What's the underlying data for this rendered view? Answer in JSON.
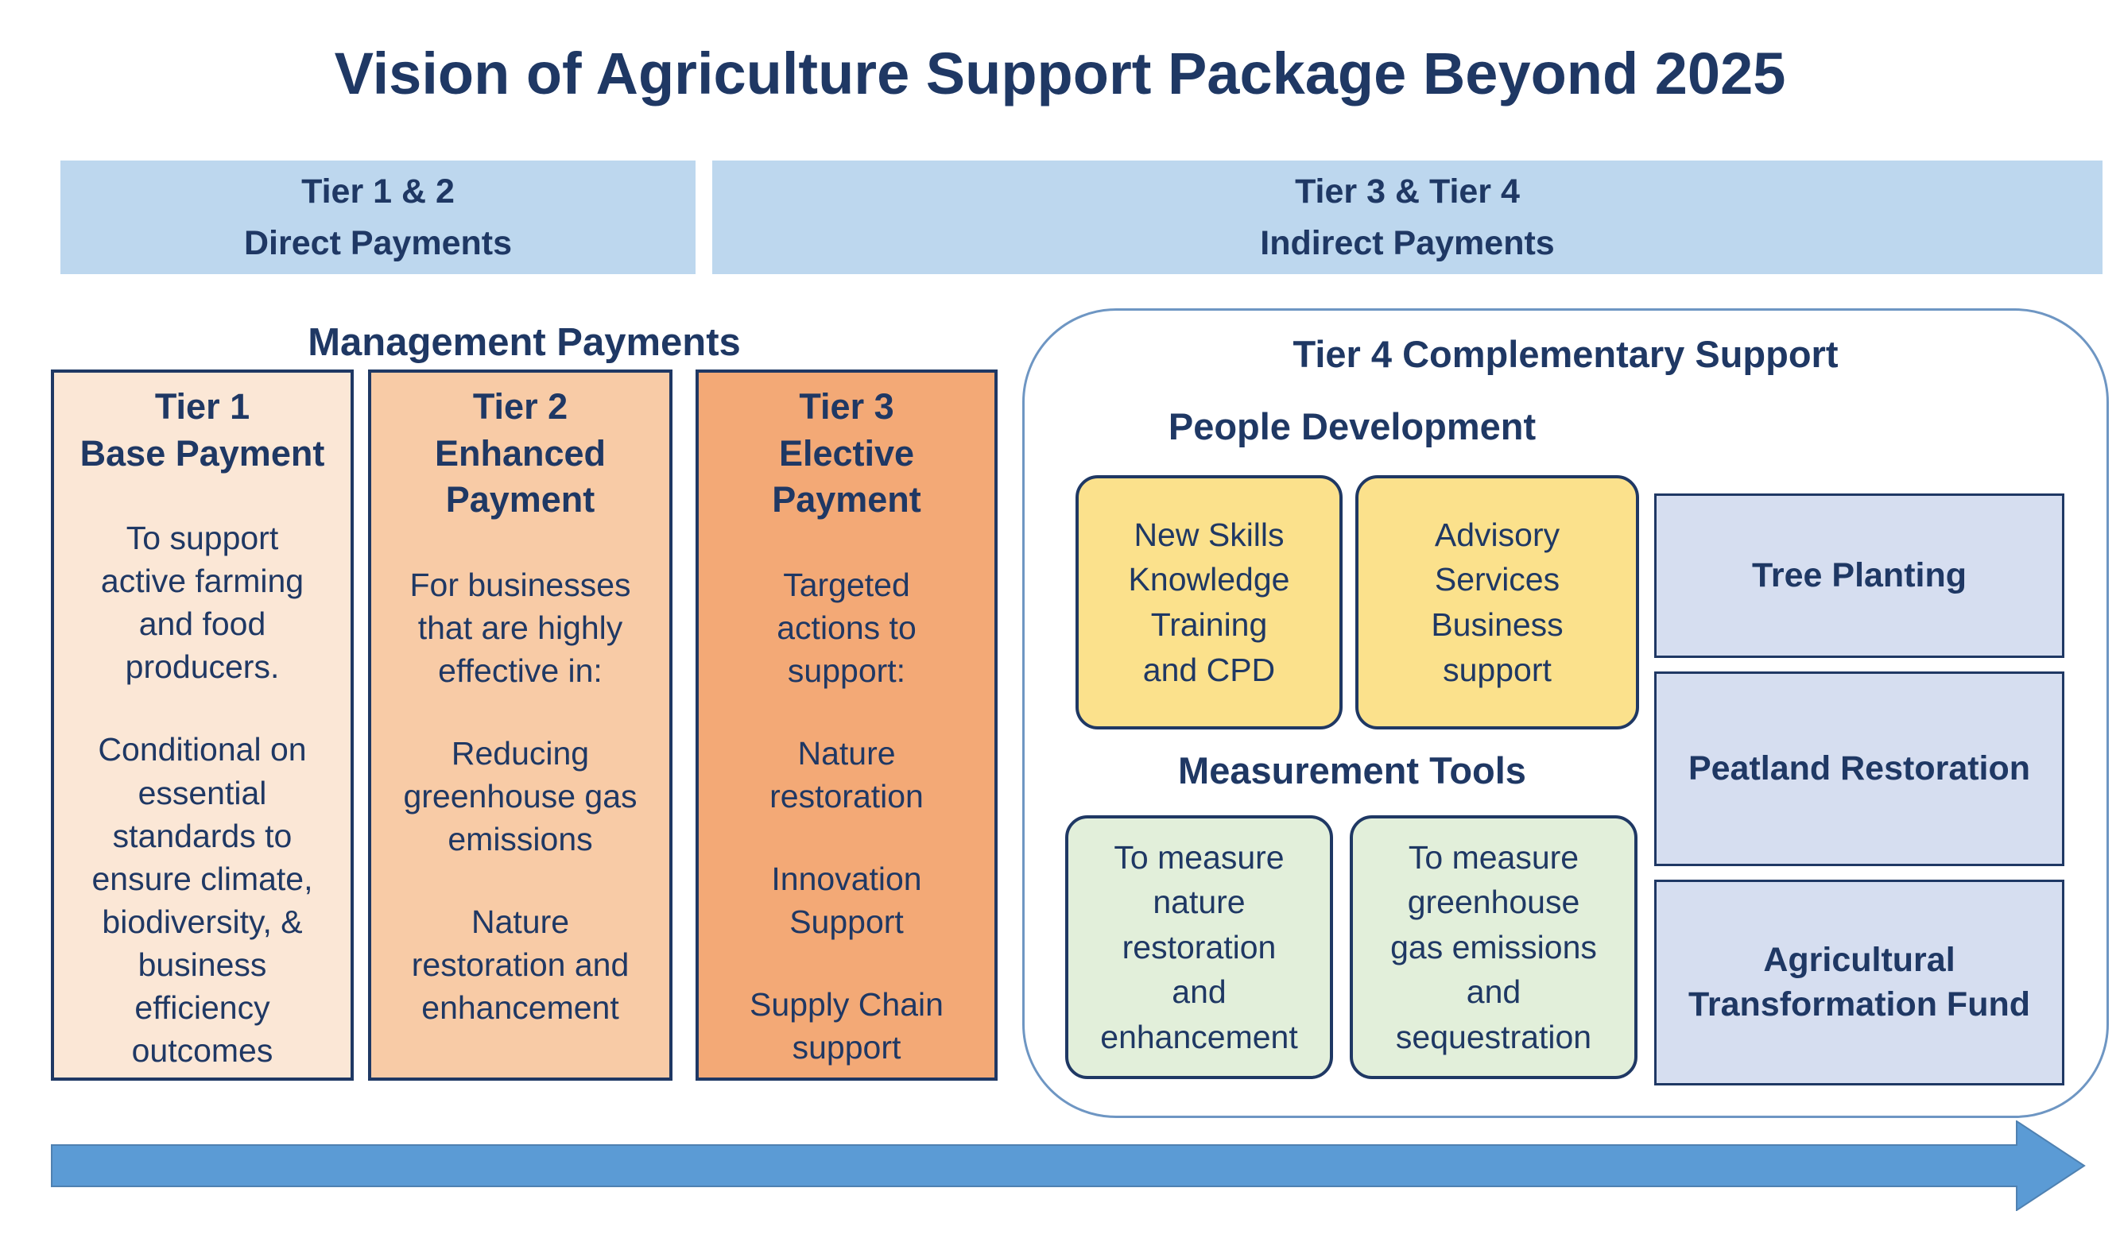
{
  "title": "Vision of Agriculture Support Package Beyond 2025",
  "headers": {
    "direct": "Tier 1 & 2\nDirect Payments",
    "indirect": "Tier 3 & Tier 4\nIndirect Payments"
  },
  "management": {
    "heading": "Management Payments",
    "columns": [
      {
        "title": "Tier 1\nBase Payment",
        "paragraphs": [
          "To support\nactive farming\nand food\nproducers.",
          "Conditional on\nessential\nstandards to\nensure climate,\nbiodiversity, &\nbusiness\nefficiency\noutcomes"
        ]
      },
      {
        "title": "Tier 2\nEnhanced\nPayment",
        "paragraphs": [
          "For businesses\nthat are highly\neffective in:",
          "Reducing\ngreenhouse gas\nemissions",
          "Nature\nrestoration and\nenhancement"
        ]
      },
      {
        "title": "Tier 3\nElective\nPayment",
        "paragraphs": [
          "Targeted\nactions to\nsupport:",
          "Nature\nrestoration",
          "Innovation\nSupport",
          "Supply Chain\nsupport"
        ]
      }
    ]
  },
  "tier4": {
    "heading": "Tier 4 Complementary Support",
    "people": {
      "heading": "People Development",
      "boxes": [
        "New Skills\nKnowledge\nTraining\nand CPD",
        "Advisory\nServices\nBusiness\nsupport"
      ]
    },
    "measurement": {
      "heading": "Measurement Tools",
      "boxes": [
        "To measure\nnature\nrestoration\nand\nenhancement",
        "To measure\ngreenhouse\ngas emissions\nand\nsequestration"
      ]
    },
    "side_boxes": [
      "Tree Planting",
      "Peatland Restoration",
      "Agricultural\nTransformation Fund"
    ]
  },
  "colors": {
    "text_navy": "#1f3864",
    "header_bar_fill": "#bdd7ee",
    "tier1_fill": "#fbe7d6",
    "tier2_fill": "#f8cba6",
    "tier3_fill": "#f3a976",
    "yellow_box_fill": "#fbe18c",
    "green_box_fill": "#e2efda",
    "blue_box_fill": "#d6def0",
    "container_border": "#6e96c3",
    "arrow_fill": "#5b9bd5",
    "arrow_stroke": "#4f81b1"
  }
}
